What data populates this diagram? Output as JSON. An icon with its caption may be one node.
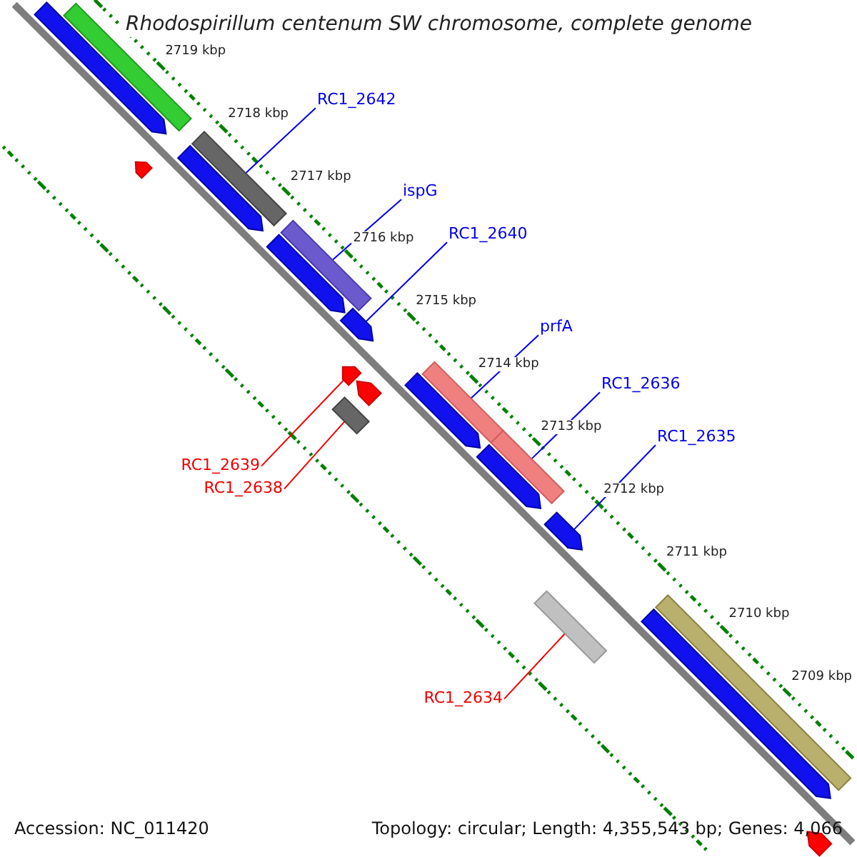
{
  "diagram": {
    "title": "Rhodospirillum centenum SW chromosome, complete genome",
    "nodes": [
      {
        "text": [
          "RC1_2642"
        ]
      },
      {
        "text": [
          "ispG"
        ]
      },
      {
        "text": [
          "RC1_2640"
        ]
      },
      {
        "text": [
          "prfA"
        ]
      },
      {
        "text": [
          "RC1_2636"
        ]
      },
      {
        "text": [
          "RC1_2635"
        ]
      },
      {
        "text": [
          "RC1_2639"
        ]
      },
      {
        "text": [
          "RC1_2638"
        ]
      },
      {
        "text": [
          "RC1_2634"
        ]
      },
      {
        "text": [],
        "shape": "bar"
      },
      {
        "text": [],
        "shape": "bar"
      },
      {
        "text": [],
        "shape": "arrow"
      },
      {
        "text": [],
        "shape": "bar"
      },
      {
        "text": [],
        "shape": "bar"
      },
      {
        "text": [],
        "shape": "arrow"
      },
      {
        "text": [],
        "shape": "arrow"
      },
      {
        "text": [],
        "shape": "bar"
      },
      {
        "text": [],
        "shape": "bar"
      },
      {
        "text": [],
        "shape": "arrow"
      },
      {
        "text": [],
        "shape": "bar"
      },
      {
        "text": [],
        "shape": "arrow"
      },
      {
        "text": [],
        "shape": "arrow"
      },
      {
        "text": [],
        "shape": "arrow"
      },
      {
        "text": [],
        "shape": "arrow"
      },
      {
        "text": [],
        "shape": "arrow"
      },
      {
        "text": [],
        "shape": "arrow"
      },
      {
        "text": [],
        "shape": "arrow"
      },
      {
        "text": [],
        "shape": "bar"
      },
      {
        "text": [],
        "shape": "arrow"
      }
    ],
    "edges": [
      {
        "from": 0,
        "to": 9,
        "arrow": "none"
      },
      {
        "from": 1,
        "to": 10,
        "arrow": "none"
      },
      {
        "from": 2,
        "to": 11,
        "arrow": "none"
      },
      {
        "from": 3,
        "to": 12,
        "arrow": "none"
      },
      {
        "from": 4,
        "to": 13,
        "arrow": "none"
      },
      {
        "from": 5,
        "to": 14,
        "arrow": "none"
      },
      {
        "from": 6,
        "to": 15,
        "arrow": "none",
        "color": "#ee0000"
      },
      {
        "from": 7,
        "to": 16,
        "arrow": "none",
        "color": "#ee0000"
      },
      {
        "from": 8,
        "to": 17,
        "arrow": "none",
        "color": "#ee0000"
      }
    ],
    "labels": [
      "2719 kbp",
      "2718 kbp",
      "2717 kbp",
      "2716 kbp",
      "2715 kbp",
      "2714 kbp",
      "2713 kbp",
      "2712 kbp",
      "2711 kbp",
      "2710 kbp",
      "2709 kbp",
      "Accession: NC_011420",
      "Topology: circular; Length: 4,355,543 bp; Genes: 4,066"
    ]
  }
}
